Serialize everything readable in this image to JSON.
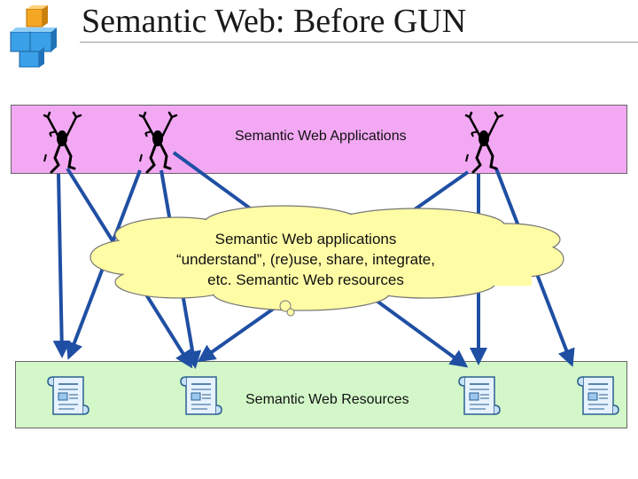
{
  "title": "Semantic Web: Before GUN",
  "apps_box": {
    "label": "Semantic Web Applications"
  },
  "resources_box": {
    "label": "Semantic Web Resources"
  },
  "cloud": {
    "lines": [
      "Semantic Web applications",
      "“understand”, (re)use, share, integrate,",
      "etc. Semantic Web resources"
    ]
  },
  "icons": {
    "logo": "cube-stack-icon",
    "application": "stick-figure-agent-icon",
    "resource": "document-scroll-icon"
  },
  "colors": {
    "apps_fill": "#f3a8f3",
    "resources_fill": "#d3f7c9",
    "cloud_fill": "#fffca6",
    "arrow": "#1f4fa3"
  }
}
